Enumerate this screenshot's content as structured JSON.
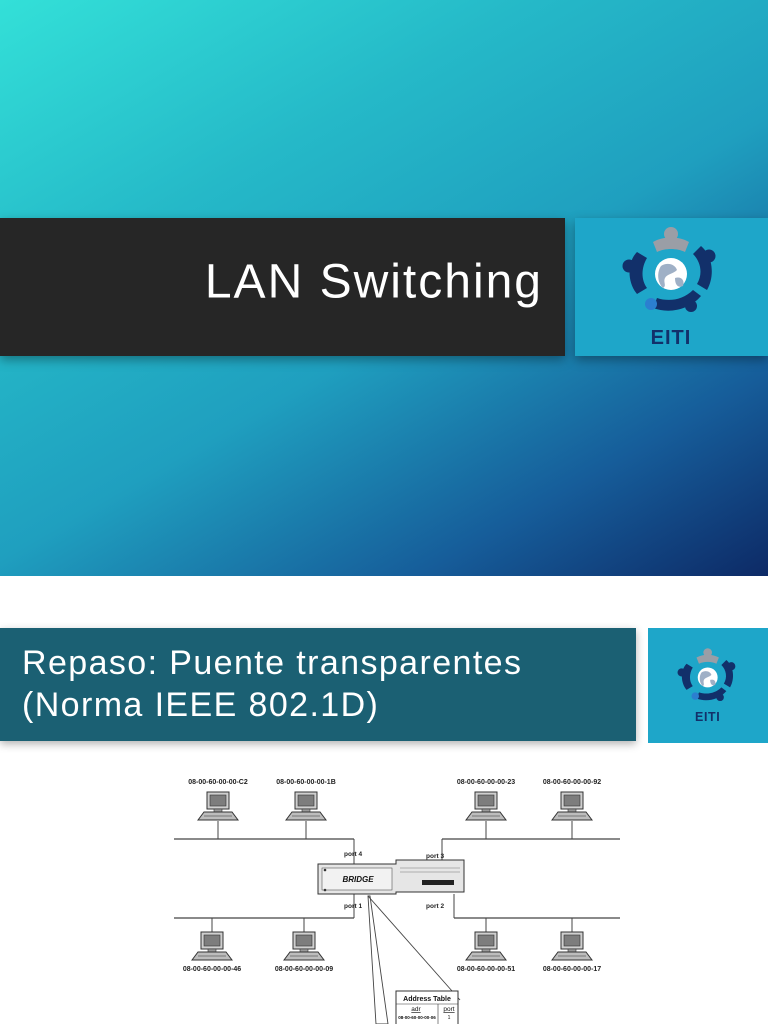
{
  "slide1": {
    "title": "LAN Switching",
    "logo_text": "EITI"
  },
  "slide2": {
    "heading_line1": "Repaso: Puente transparentes",
    "heading_line2": "(Norma IEEE 802.1D)",
    "logo_text": "EITI",
    "diagram": {
      "top_left_macs": [
        "08-00-60-00-00-C2",
        "08-00-60-00-00-1B"
      ],
      "top_right_macs": [
        "08-00-60-00-00-23",
        "08-00-60-00-00-92"
      ],
      "bottom_left_macs": [
        "08-00-60-00-00-46",
        "08-00-60-00-00-09"
      ],
      "bottom_right_macs": [
        "08-00-60-00-00-51",
        "08-00-60-00-00-17"
      ],
      "port4": "port 4",
      "port3": "port 3",
      "port1": "port 1",
      "port2": "port 2",
      "bridge_label": "BRIDGE",
      "address_table_title": "Address Table",
      "address_table_col_adr": "adr",
      "address_table_col_port": "port",
      "address_table_row_adr": "08-00-60-00-00-06",
      "address_table_row_port": "1"
    }
  },
  "colors": {
    "title_bar": "#262626",
    "logo_bg": "#1ea6c9",
    "heading_bar": "#1b6073"
  }
}
